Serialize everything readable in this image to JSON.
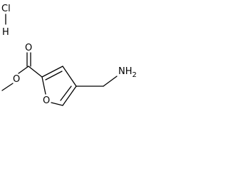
{
  "structure": {
    "salt": {
      "chlorine": "Cl",
      "hydrogen": "H"
    },
    "atoms": {
      "carbonyl_oxygen": "O",
      "ester_oxygen": "O",
      "ring_oxygen": "O",
      "amine": "NH",
      "amine_subscript": "2"
    }
  }
}
